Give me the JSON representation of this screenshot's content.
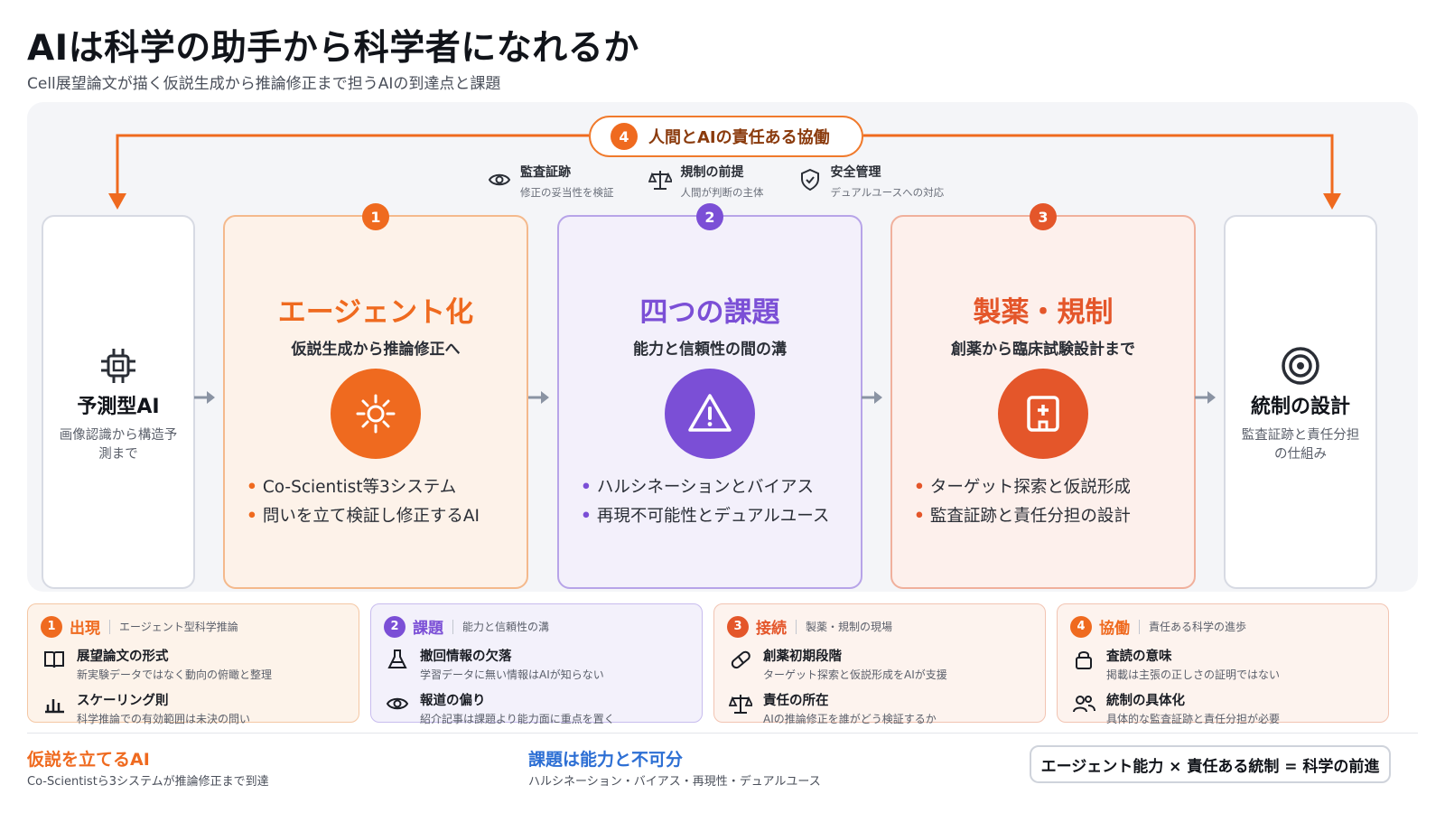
{
  "title": "AIは科学の助手から科学者になれるか",
  "subtitle": "Cell展望論文が描く仮説生成から推論修正まで担うAIの到達点と課題",
  "loop": {
    "number": "4",
    "label": "人間とAIの責任ある協働"
  },
  "pills": [
    {
      "icon": "eye-icon",
      "title": "監査証跡",
      "sub": "修正の妥当性を検証"
    },
    {
      "icon": "scale-icon",
      "title": "規制の前提",
      "sub": "人間が判断の主体"
    },
    {
      "icon": "shield-icon",
      "title": "安全管理",
      "sub": "デュアルユースへの対応"
    }
  ],
  "left_card": {
    "icon": "chip-icon",
    "name": "予測型AI",
    "desc": "画像認識から構造予測まで"
  },
  "right_card": {
    "icon": "target-icon",
    "name": "統制の設計",
    "desc": "監査証跡と責任分担の仕組み"
  },
  "stages": [
    {
      "number": "1",
      "heading": "エージェント化",
      "sub": "仮説生成から推論修正へ",
      "icon": "sun-icon",
      "bullets": [
        "Co-Scientist等3システム",
        "問いを立て検証し修正するAI"
      ]
    },
    {
      "number": "2",
      "heading": "四つの課題",
      "sub": "能力と信頼性の間の溝",
      "icon": "warning-icon",
      "bullets": [
        "ハルシネーションとバイアス",
        "再現不可能性とデュアルユース"
      ]
    },
    {
      "number": "3",
      "heading": "製薬・規制",
      "sub": "創薬から臨床試験設計まで",
      "icon": "hospital-icon",
      "bullets": [
        "ターゲット探索と仮説形成",
        "監査証跡と責任分担の設計"
      ]
    }
  ],
  "panels": [
    {
      "number": "1",
      "title": "出現",
      "sub": "エージェント型科学推論",
      "rows": [
        {
          "icon": "book-icon",
          "title": "展望論文の形式",
          "sub": "新実験データではなく動向の俯瞰と整理"
        },
        {
          "icon": "bar-chart-icon",
          "title": "スケーリング則",
          "sub": "科学推論での有効範囲は未決の問い"
        }
      ]
    },
    {
      "number": "2",
      "title": "課題",
      "sub": "能力と信頼性の溝",
      "rows": [
        {
          "icon": "flask-icon",
          "title": "撤回情報の欠落",
          "sub": "学習データに無い情報はAIが知らない"
        },
        {
          "icon": "eye-icon",
          "title": "報道の偏り",
          "sub": "紹介記事は課題より能力面に重点を置く"
        }
      ]
    },
    {
      "number": "3",
      "title": "接続",
      "sub": "製薬・規制の現場",
      "rows": [
        {
          "icon": "pill-icon",
          "title": "創薬初期段階",
          "sub": "ターゲット探索と仮説形成をAIが支援"
        },
        {
          "icon": "scale-icon",
          "title": "責任の所在",
          "sub": "AIの推論修正を誰がどう検証するか"
        }
      ]
    },
    {
      "number": "4",
      "title": "協働",
      "sub": "責任ある科学の進歩",
      "rows": [
        {
          "icon": "lock-icon",
          "title": "査読の意味",
          "sub": "掲載は主張の正しさの証明ではない"
        },
        {
          "icon": "users-icon",
          "title": "統制の具体化",
          "sub": "具体的な監査証跡と責任分担が必要"
        }
      ]
    }
  ],
  "footer": {
    "left_title": "仮説を立てるAI",
    "left_sub": "Co-Scientistら3システムが推論修正まで到達",
    "mid_title": "課題は能力と不可分",
    "mid_sub": "ハルシネーション・バイアス・再現性・デュアルユース",
    "formula": "エージェント能力 × 責任ある統制 = 科学の前進"
  },
  "colors": {
    "orange": "#ef6a1f",
    "purple": "#7b4fd6",
    "red": "#e4562a",
    "blue": "#2d6fd4",
    "dark_orange": "#8a3a0c"
  }
}
